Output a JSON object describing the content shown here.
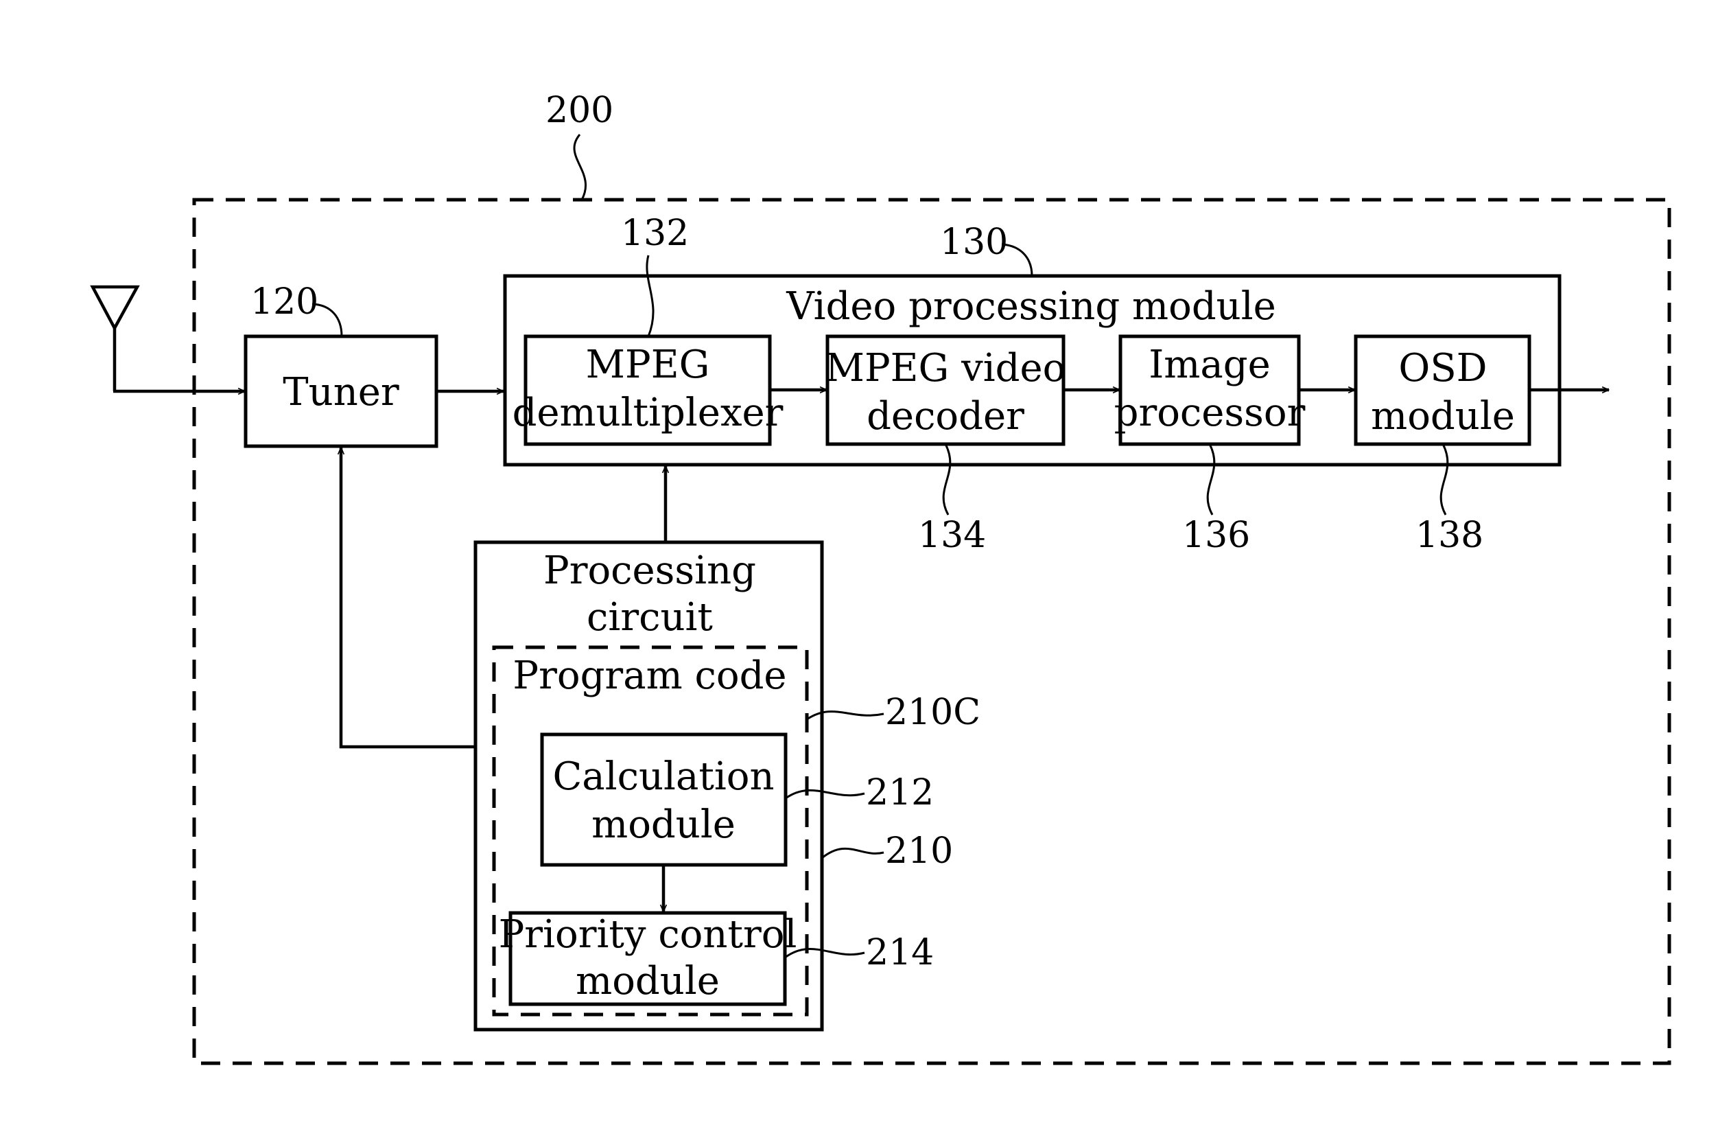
{
  "system": {
    "ref": "200"
  },
  "antenna": {},
  "tuner": {
    "label": "Tuner",
    "ref": "120"
  },
  "video_module": {
    "label": "Video processing module",
    "ref": "130",
    "blocks": [
      {
        "id": "demux",
        "line1": "MPEG",
        "line2": "demultiplexer",
        "ref": "132"
      },
      {
        "id": "decoder",
        "line1": "MPEG video",
        "line2": "decoder",
        "ref": "134"
      },
      {
        "id": "image",
        "line1": "Image",
        "line2": "processor",
        "ref": "136"
      },
      {
        "id": "osd",
        "line1": "OSD",
        "line2": "module",
        "ref": "138"
      }
    ]
  },
  "processing_circuit": {
    "line1": "Processing",
    "line2": "circuit",
    "ref": "210",
    "program_code": {
      "label": "Program code",
      "ref": "210C"
    },
    "calculation": {
      "line1": "Calculation",
      "line2": "module",
      "ref": "212"
    },
    "priority": {
      "line1": "Priority control",
      "line2": "module",
      "ref": "214"
    }
  }
}
